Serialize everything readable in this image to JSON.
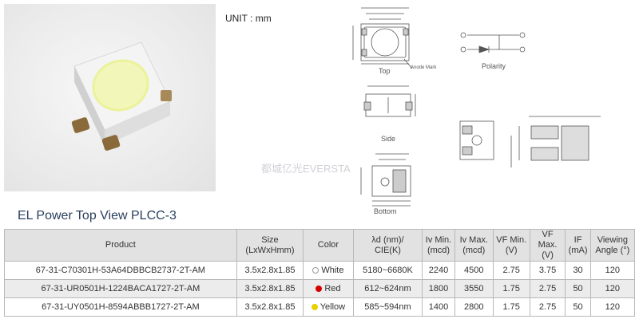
{
  "unit_label": "UNIT : mm",
  "title": "EL Power Top View PLCC-3",
  "watermark": "都城亿光EVERSTA",
  "drawing_labels": {
    "top": "Top",
    "anode_mark": "Anode Mark",
    "polarity": "Polarity",
    "side": "Side",
    "bottom": "Bottom"
  },
  "colors": {
    "white_dot": "#ffffff",
    "red_dot": "#d40000",
    "yellow_dot": "#e8d000",
    "header_bg": "#e2e2e2",
    "title_color": "#2a3f5f"
  },
  "table": {
    "headers": {
      "product": "Product",
      "size": "Size",
      "size2": "(LxWxHmm)",
      "color": "Color",
      "wavelength": "λd (nm)/",
      "wavelength2": "CIE(K)",
      "iv_min": "Iv Min.",
      "iv_min2": "(mcd)",
      "iv_max": "Iv Max.",
      "iv_max2": "(mcd)",
      "vf_min": "VF Min.",
      "vf_min2": "(V)",
      "vf_max": "VF Max.",
      "vf_max2": "(V)",
      "if": "IF",
      "if2": "(mA)",
      "angle": "Viewing",
      "angle2": "Angle (°)"
    },
    "rows": [
      {
        "product": "67-31-C70301H-53A64DBBCB2737-2T-AM",
        "size": "3.5x2.8x1.85",
        "color": "White",
        "dot": "white",
        "wavelength": "5180~6680K",
        "iv_min": "2240",
        "iv_max": "4500",
        "vf_min": "2.75",
        "vf_max": "3.75",
        "if": "30",
        "angle": "120"
      },
      {
        "product": "67-31-UR0501H-1224BACA1727-2T-AM",
        "size": "3.5x2.8x1.85",
        "color": "Red",
        "dot": "red",
        "wavelength": "612~624nm",
        "iv_min": "1800",
        "iv_max": "3550",
        "vf_min": "1.75",
        "vf_max": "2.75",
        "if": "50",
        "angle": "120"
      },
      {
        "product": "67-31-UY0501H-8594ABBB1727-2T-AM",
        "size": "3.5x2.8x1.85",
        "color": "Yellow",
        "dot": "yellow",
        "wavelength": "585~594nm",
        "iv_min": "1400",
        "iv_max": "2800",
        "vf_min": "1.75",
        "vf_max": "2.75",
        "if": "50",
        "angle": "120"
      }
    ]
  }
}
